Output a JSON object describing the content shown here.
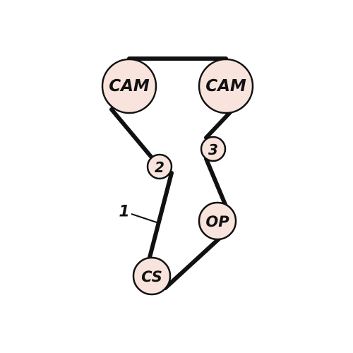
{
  "colors": {
    "pulley_fill": "#f8e4dd",
    "belt": "#111111",
    "background": "#ffffff"
  },
  "pulleys": {
    "cam_left": {
      "label": "CAM"
    },
    "cam_right": {
      "label": "CAM"
    },
    "idler_2": {
      "label": "2"
    },
    "idler_3": {
      "label": "3"
    },
    "oil_pump": {
      "label": "OP"
    },
    "crankshaft": {
      "label": "CS"
    }
  },
  "callout": {
    "label": "1"
  }
}
